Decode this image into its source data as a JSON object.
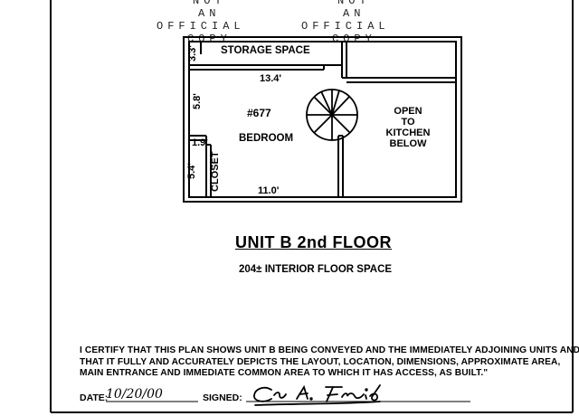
{
  "watermark": {
    "left_not": "NOT",
    "left_an": "AN",
    "left_official": "OFFICIAL",
    "left_copy": "COPY",
    "right_not": "NOT",
    "right_an": "AN",
    "right_official": "OFFICIAL",
    "right_copy": "COPY"
  },
  "plan": {
    "storage_label": "STORAGE SPACE",
    "storage_dim": "3.3'",
    "top_dim": "13.4'",
    "bedroom_number": "#677",
    "bedroom_label": "BEDROOM",
    "bedroom_height": "5.8'",
    "closet_label": "CLOSET",
    "closet_width": "1.9'",
    "closet_height": "5.4'",
    "bottom_dim": "11.0'",
    "open_label_1": "OPEN",
    "open_label_2": "TO",
    "open_label_3": "KITCHEN",
    "open_label_4": "BELOW"
  },
  "title": "UNIT B 2nd FLOOR",
  "floor_space": "204± INTERIOR FLOOR SPACE",
  "certification": "I CERTIFY THAT THIS PLAN SHOWS UNIT B BEING CONVEYED AND THE IMMEDIATELY ADJOINING UNITS AND THAT IT FULLY AND ACCURATELY DEPICTS THE LAYOUT, LOCATION, DIMENSIONS, APPROXIMATE AREA, MAIN ENTRANCE AND IMMEDIATE COMMON AREA TO WHICH IT HAS ACCESS, AS BUILT.\"",
  "date_label": "DATE:",
  "date_value": "10/20/00",
  "signed_label": "SIGNED:",
  "signature": "Craig A. Freid"
}
